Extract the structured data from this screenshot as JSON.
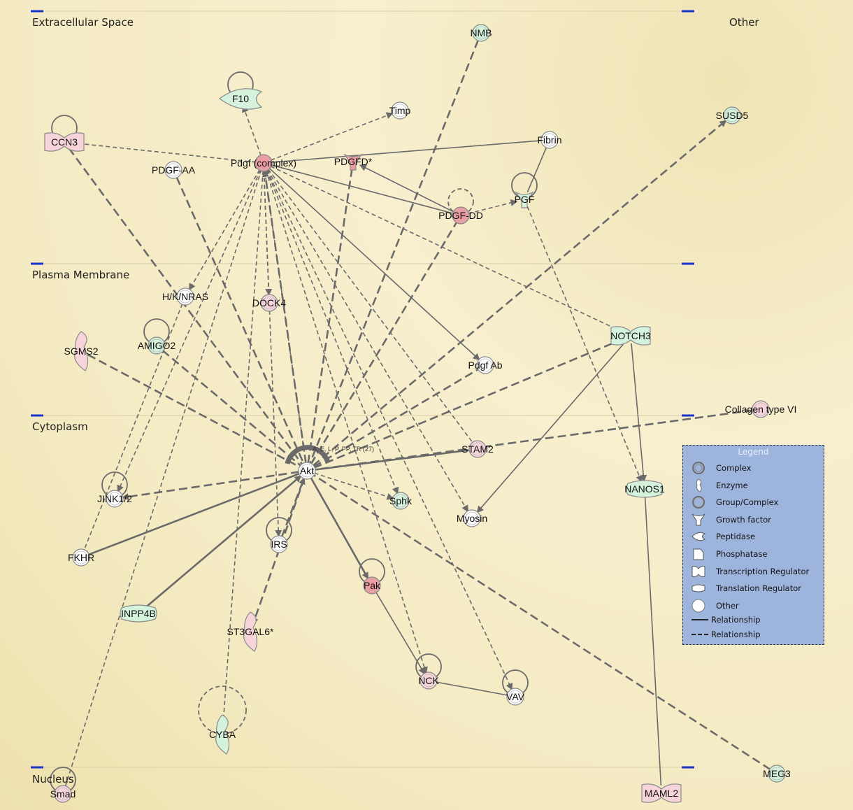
{
  "regions": {
    "extracellular": "Extracellular Space",
    "other": "Other",
    "plasma_membrane": "Plasma Membrane",
    "cytoplasm": "Cytoplasm",
    "nucleus": "Nucleus"
  },
  "hub_annotation": "A, E, L, P, PP, TR (27)",
  "nodes": {
    "nmb": "NMB",
    "f10": "F10",
    "timp": "Timp",
    "susd5": "SUSD5",
    "ccn3": "CCN3",
    "fibrin": "Fibrin",
    "pdgf_aa": "PDGF-AA",
    "pdgf_complex": "Pdgf (complex)",
    "pdgfd": "PDGFD*",
    "pgf": "PGF",
    "pdgf_dd": "PDGF-DD",
    "hknras": "H/K/NRAS",
    "dock4": "DOCK4",
    "notch3": "NOTCH3",
    "sgms2": "SGMS2",
    "amigo2": "AMIGO2",
    "pdgf_ab": "Pdgf Ab",
    "collagen6": "Collagen type VI",
    "stam2": "STAM2",
    "akt": "Akt",
    "jink12": "JINK1/2",
    "sphk": "Sphk",
    "myosin": "Myosin",
    "nanos1": "NANOS1",
    "irs": "IRS",
    "fkhr": "FKHR",
    "pak": "Pak",
    "inpp4b": "INPP4B",
    "st3gal6": "ST3GAL6*",
    "nck": "NCK",
    "vav": "VAV",
    "cyba": "CYBA",
    "meg3": "MEG3",
    "smad": "Smad",
    "maml2": "MAML2"
  },
  "colors": {
    "pink": "#f7d4da",
    "red": "#ee9aa0",
    "green": "#d4f2dc",
    "white": "#ffffff",
    "edge": "#6a6a6a",
    "legend_bg": "#9db5dd"
  },
  "legend": {
    "title": "Legend",
    "items": [
      {
        "icon": "complex-icon",
        "label": "Complex"
      },
      {
        "icon": "enzyme-icon",
        "label": "Enzyme"
      },
      {
        "icon": "group-complex-icon",
        "label": "Group/Complex"
      },
      {
        "icon": "growth-factor-icon",
        "label": "Growth factor"
      },
      {
        "icon": "peptidase-icon",
        "label": "Peptidase"
      },
      {
        "icon": "phosphatase-icon",
        "label": "Phosphatase"
      },
      {
        "icon": "transcription-regulator-icon",
        "label": "Transcription Regulator"
      },
      {
        "icon": "translation-regulator-icon",
        "label": "Translation Regulator"
      },
      {
        "icon": "other-icon",
        "label": "Other"
      },
      {
        "icon": "solid-line-icon",
        "label": "Relationship"
      },
      {
        "icon": "dashed-line-icon",
        "label": "Relationship"
      }
    ]
  }
}
